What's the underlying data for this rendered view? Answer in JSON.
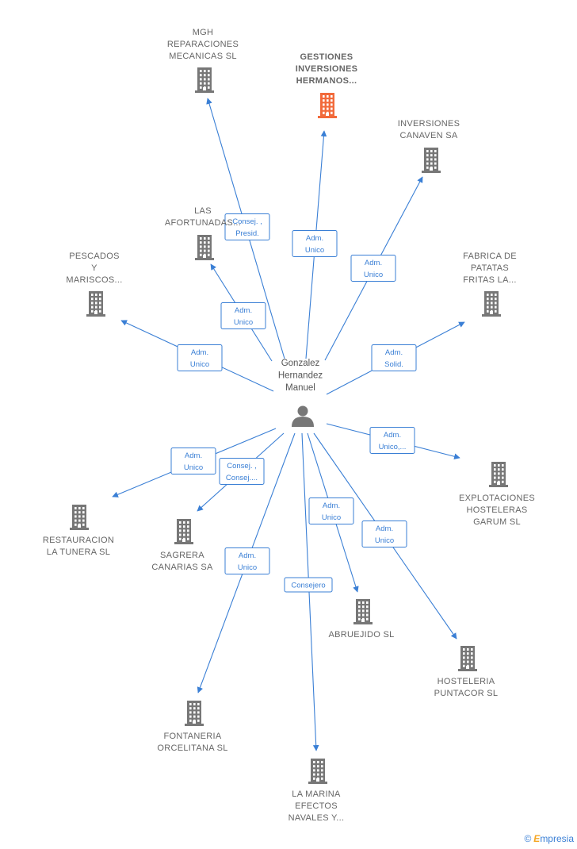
{
  "person": {
    "label": [
      "Gonzalez",
      "Hernandez",
      "Manuel"
    ]
  },
  "colors": {
    "edge": "#3a7fd5",
    "building": "#777777",
    "highlight": "#f26a3b"
  },
  "companies": [
    {
      "id": "mgh",
      "label": [
        "MGH",
        "REPARACIONES",
        "MECANICAS SL"
      ],
      "highlight": false
    },
    {
      "id": "gestiones",
      "label": [
        "GESTIONES",
        "INVERSIONES",
        "HERMANOS..."
      ],
      "highlight": true
    },
    {
      "id": "canaven",
      "label": [
        "INVERSIONES",
        "CANAVEN SA"
      ],
      "highlight": false
    },
    {
      "id": "afortunadas",
      "label": [
        "LAS",
        "AFORTUNADAS..."
      ],
      "highlight": false
    },
    {
      "id": "pescados",
      "label": [
        "PESCADOS",
        "Y",
        "MARISCOS..."
      ],
      "highlight": false
    },
    {
      "id": "fabrica",
      "label": [
        "FABRICA DE",
        "PATATAS",
        "FRITAS LA..."
      ],
      "highlight": false
    },
    {
      "id": "garum",
      "label": [
        "EXPLOTACIONES",
        "HOSTELERAS",
        "GARUM  SL"
      ],
      "highlight": false
    },
    {
      "id": "tunera",
      "label": [
        "RESTAURACION",
        "LA TUNERA  SL"
      ],
      "highlight": false
    },
    {
      "id": "sagrera",
      "label": [
        "SAGRERA",
        "CANARIAS SA"
      ],
      "highlight": false
    },
    {
      "id": "abruejido",
      "label": [
        "ABRUEJIDO  SL"
      ],
      "highlight": false
    },
    {
      "id": "puntacor",
      "label": [
        "HOSTELERIA",
        "PUNTACOR  SL"
      ],
      "highlight": false
    },
    {
      "id": "fontaneria",
      "label": [
        "FONTANERIA",
        "ORCELITANA SL"
      ],
      "highlight": false
    },
    {
      "id": "marina",
      "label": [
        "LA MARINA",
        "EFECTOS",
        "NAVALES Y..."
      ],
      "highlight": false
    }
  ],
  "relations": [
    {
      "to": "mgh",
      "label": [
        "Consej. ,",
        "Presid."
      ]
    },
    {
      "to": "gestiones",
      "label": [
        "Adm.",
        "Unico"
      ]
    },
    {
      "to": "canaven",
      "label": [
        "Adm.",
        "Unico"
      ]
    },
    {
      "to": "afortunadas",
      "label": [
        "Adm.",
        "Unico"
      ]
    },
    {
      "to": "pescados",
      "label": [
        "Adm.",
        "Unico"
      ]
    },
    {
      "to": "fabrica",
      "label": [
        "Adm.",
        "Solid."
      ]
    },
    {
      "to": "garum",
      "label": [
        "Adm.",
        "Unico,..."
      ]
    },
    {
      "to": "tunera",
      "label": [
        "Adm.",
        "Unico"
      ]
    },
    {
      "to": "sagrera",
      "label": [
        "Consej. ,",
        "Consej...."
      ]
    },
    {
      "to": "abruejido",
      "label": [
        "Adm.",
        "Unico"
      ]
    },
    {
      "to": "puntacor",
      "label": [
        "Adm.",
        "Unico"
      ]
    },
    {
      "to": "fontaneria",
      "label": [
        "Adm.",
        "Unico"
      ]
    },
    {
      "to": "marina",
      "label": [
        "Consejero"
      ]
    }
  ],
  "watermark": {
    "copyright": "©",
    "brand_initial": "E",
    "brand_rest": "mpresia"
  }
}
